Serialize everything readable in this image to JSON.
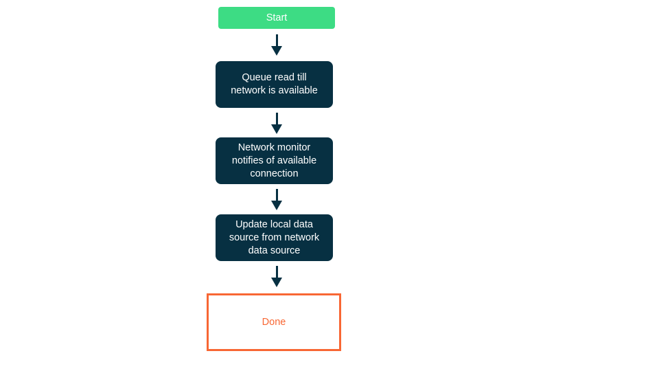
{
  "diagram": {
    "title": "offline-first-read-flowchart",
    "background": "#ffffff",
    "colors": {
      "start_bg": "#3ddc84",
      "process_bg": "#073042",
      "done_border": "#f86734",
      "done_text": "#f86734",
      "node_text": "#ffffff",
      "arrow": "#073042"
    },
    "nodes": [
      {
        "id": "start",
        "type": "start",
        "label": "Start"
      },
      {
        "id": "queue-read",
        "type": "process",
        "label": "Queue read till\nnetwork is available"
      },
      {
        "id": "network-monitor",
        "type": "process",
        "label": "Network monitor\nnotifies of available\nconnection"
      },
      {
        "id": "update-local",
        "type": "process",
        "label": "Update local data\nsource from network\ndata source"
      },
      {
        "id": "done",
        "type": "terminal",
        "label": "Done"
      }
    ],
    "connections": [
      {
        "from": "start",
        "to": "queue-read"
      },
      {
        "from": "queue-read",
        "to": "network-monitor"
      },
      {
        "from": "network-monitor",
        "to": "update-local"
      },
      {
        "from": "update-local",
        "to": "done"
      }
    ]
  }
}
